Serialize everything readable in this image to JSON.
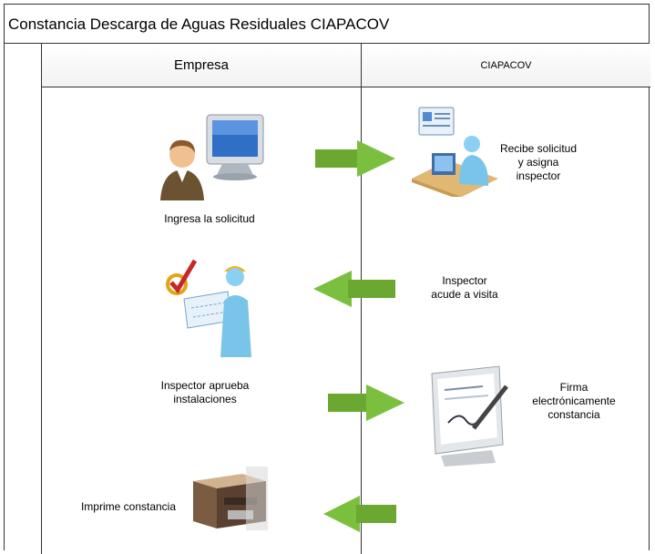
{
  "title": "Constancia Descarga de Aguas Residuales CIAPACOV",
  "lanes": {
    "empresa": "Empresa",
    "ciapacov": "CIAPACOV"
  },
  "steps": {
    "ingresa": "Ingresa la solicitud",
    "recibe_1": "Recibe solicitud",
    "recibe_2": "y asigna",
    "recibe_3": "inspector",
    "acude_1": "Inspector",
    "acude_2": "acude a visita",
    "aprueba_1": "Inspector aprueba",
    "aprueba_2": "instalaciones",
    "firma_1": "Firma",
    "firma_2": "electrónicamente",
    "firma_3": "constancia",
    "imprime": "Imprime constancia"
  },
  "colors": {
    "arrow_green": "#6aa832",
    "line": "#333333"
  },
  "icons": [
    "user-computer-icon",
    "office-worker-icon",
    "inspector-blueprint-icon",
    "signature-screen-icon",
    "printer-icon"
  ]
}
